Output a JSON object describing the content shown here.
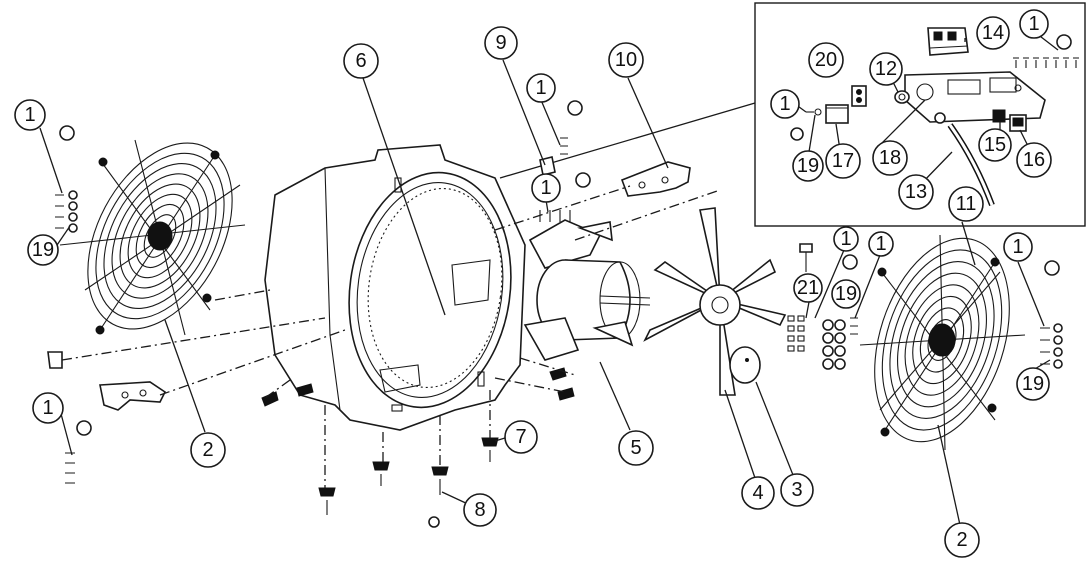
{
  "callouts": {
    "left_screw_top": "1",
    "left_washers": "19",
    "left_screw_bottom": "1",
    "left_guard": "2",
    "housing": "6",
    "foot_screw": "8",
    "foot": "7",
    "top_screw": "1",
    "handle_screw_top": "1",
    "handle_bracket": "9",
    "handle": "10",
    "motor": "5",
    "fan_blade": "4",
    "spinner_cap": "3",
    "bolt_pack": "21",
    "bolt_screw": "1",
    "mid_screw": "1",
    "mid_washers": "19",
    "right_guard_top": "11",
    "right_guard_bottom": "2",
    "right_screw": "1",
    "right_washers": "19",
    "inset_switch_plate": "14",
    "inset_screw_top": "1",
    "inset_capacitor_label": "20",
    "inset_grommet": "12",
    "inset_screw_left": "1",
    "inset_washer": "19",
    "inset_capacitor": "17",
    "inset_plate": "18",
    "inset_switch_a": "15",
    "inset_switch_b": "16",
    "inset_cable": "13"
  }
}
